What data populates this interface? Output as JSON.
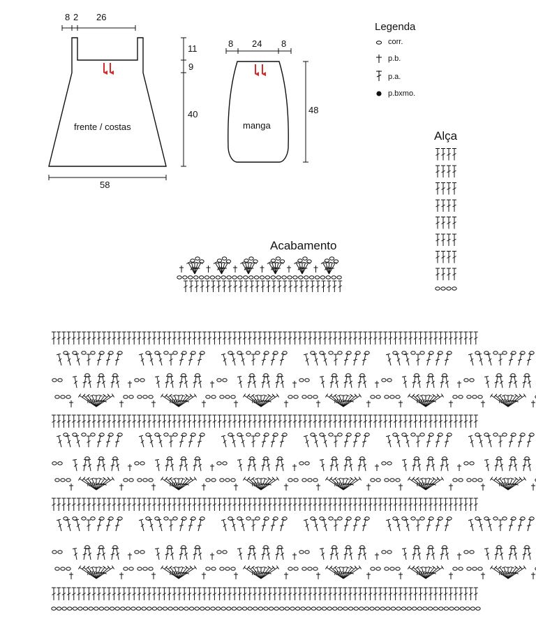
{
  "frente": {
    "label": "frente / costas",
    "dims": {
      "top_a": "8",
      "top_b": "2",
      "top_c": "26",
      "side_a": "11",
      "side_b": "9",
      "side_c": "40",
      "bottom": "58"
    }
  },
  "manga": {
    "label": "manga",
    "dims": {
      "top_a": "8",
      "top_b": "24",
      "top_c": "8",
      "side": "48"
    }
  },
  "legenda": {
    "title": "Legenda",
    "items": [
      {
        "symbol": "oval",
        "label": "corr."
      },
      {
        "symbol": "dagger",
        "label": "p.b."
      },
      {
        "symbol": "tall",
        "label": "p.a."
      },
      {
        "symbol": "dot",
        "label": "p.bxmo."
      }
    ]
  },
  "alca": {
    "title": "Alça"
  },
  "acabamento": {
    "title": "Acabamento"
  },
  "colors": {
    "line": "#111111",
    "arrow": "#d62a2a"
  },
  "chart": {
    "rows_bottom_to_top": [
      "corr",
      "pa",
      "fan",
      "shell",
      "picot",
      "pa",
      "fan",
      "shell",
      "picot",
      "pa",
      "fan",
      "shell",
      "picot",
      "pa"
    ],
    "repeats": 6
  }
}
